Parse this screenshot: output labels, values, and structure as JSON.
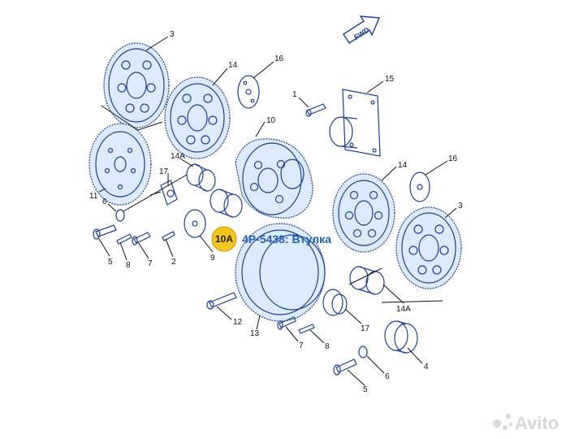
{
  "highlight": {
    "badge_label": "10A",
    "part_title": "4P-5438: Втулка",
    "badge_color": "#f5c518",
    "title_color": "#1f5fbf"
  },
  "direction_arrow": {
    "label": "FWD"
  },
  "callouts": {
    "c3_top": "3",
    "c14_top": "14",
    "c16_top": "16",
    "c1": "1",
    "c15": "15",
    "c10": "10",
    "c14a_left": "14A",
    "c17_left": "17",
    "c11": "11",
    "c6_left": "6",
    "c5_left": "5",
    "c8_left": "8",
    "c7_left": "7",
    "c2": "2",
    "c9": "9",
    "c14_right": "14",
    "c16_right": "16",
    "c3_right": "3",
    "c14a_right": "14A",
    "c12": "12",
    "c13": "13",
    "c17_right": "17",
    "c7_right": "7",
    "c8_right": "8",
    "c4": "4",
    "c5_right": "5",
    "c6_right": "6"
  },
  "watermark": {
    "text": "Avito",
    "icon": "avito-logo-icon"
  },
  "colors": {
    "line": "#1a3f9e",
    "fill": "#dcebff"
  }
}
